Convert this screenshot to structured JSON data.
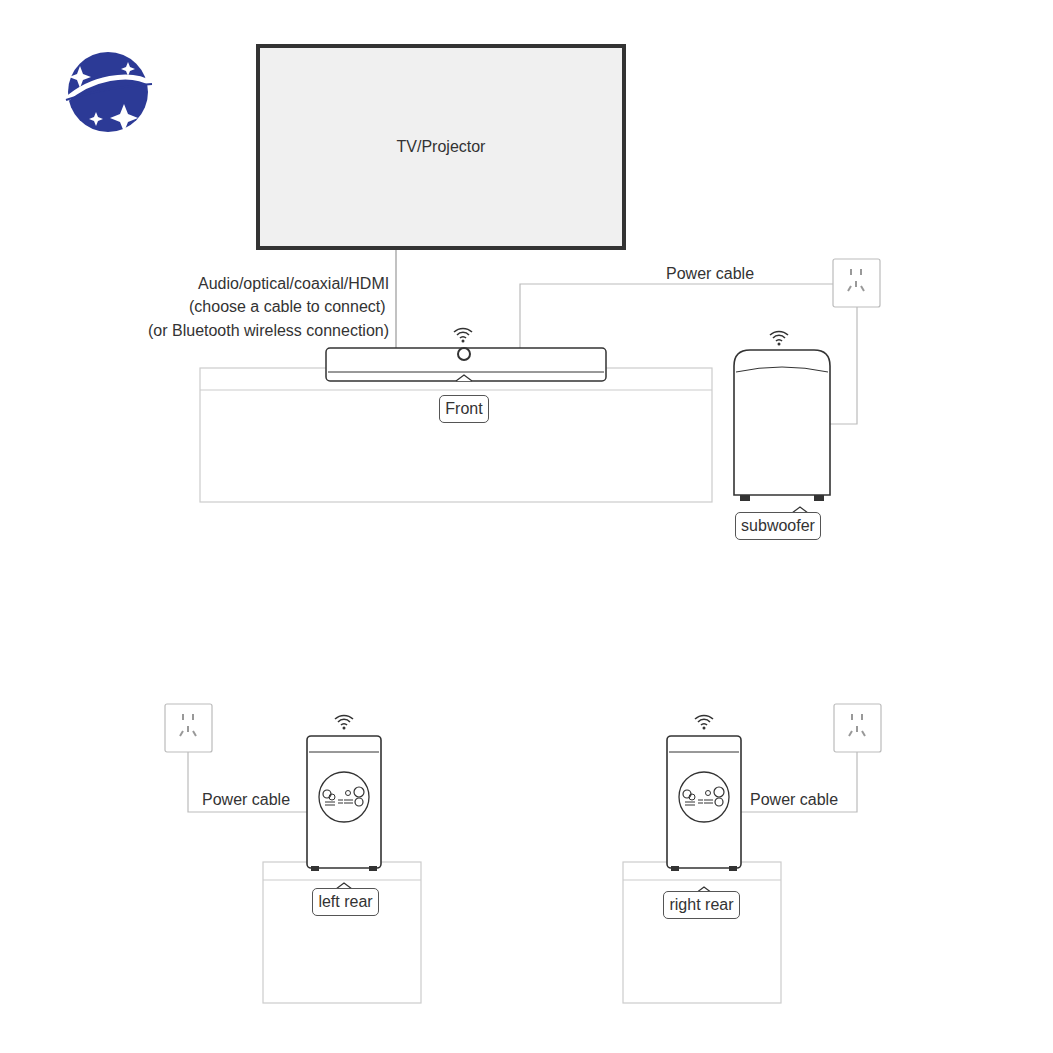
{
  "diagram": {
    "nodes": [
      {
        "text": [
          "TV/Projector"
        ]
      },
      {
        "text": [
          "Front"
        ]
      },
      {
        "text": [
          "subwoofer"
        ]
      },
      {
        "text": [
          "left rear"
        ]
      },
      {
        "text": [
          "right rear"
        ]
      }
    ],
    "labels": [
      "Audio/optical/coaxial/HDMI",
      "(choose a cable to connect)",
      "(or Bluetooth wireless connection)",
      "Power cable",
      "Power cable",
      "Power cable"
    ]
  }
}
